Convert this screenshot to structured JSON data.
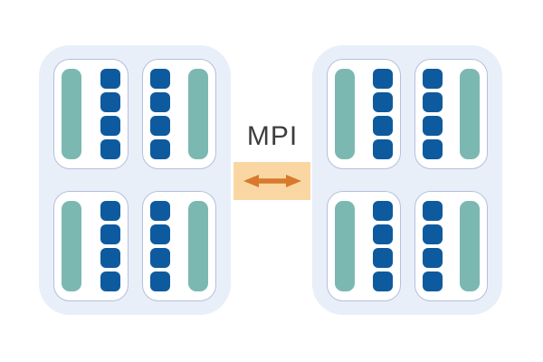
{
  "page": {
    "background": "#ffffff"
  },
  "diagram": {
    "type": "hpc-architecture-diagram",
    "link": {
      "label": "MPI",
      "icon": "double-headed-arrow-icon"
    },
    "colors": {
      "page_bg": "#ffffff",
      "node_bg": "#e9eff9",
      "socket_bg": "#ffffff",
      "socket_border": "#b6bfda",
      "core_blue": "#0e5a9e",
      "bar_teal": "#7cb8b2",
      "link_bg": "#fad7a2",
      "arrow_orange": "#d8792c",
      "label_color": "#3d3d3d"
    },
    "nodes": [
      {
        "id": "node-1",
        "sockets": [
          {
            "bar_side": "left",
            "core_count": 4
          },
          {
            "bar_side": "right",
            "core_count": 4
          },
          {
            "bar_side": "left",
            "core_count": 4
          },
          {
            "bar_side": "right",
            "core_count": 4
          }
        ]
      },
      {
        "id": "node-2",
        "sockets": [
          {
            "bar_side": "left",
            "core_count": 4
          },
          {
            "bar_side": "right",
            "core_count": 4
          },
          {
            "bar_side": "left",
            "core_count": 4
          },
          {
            "bar_side": "right",
            "core_count": 4
          }
        ]
      }
    ]
  }
}
